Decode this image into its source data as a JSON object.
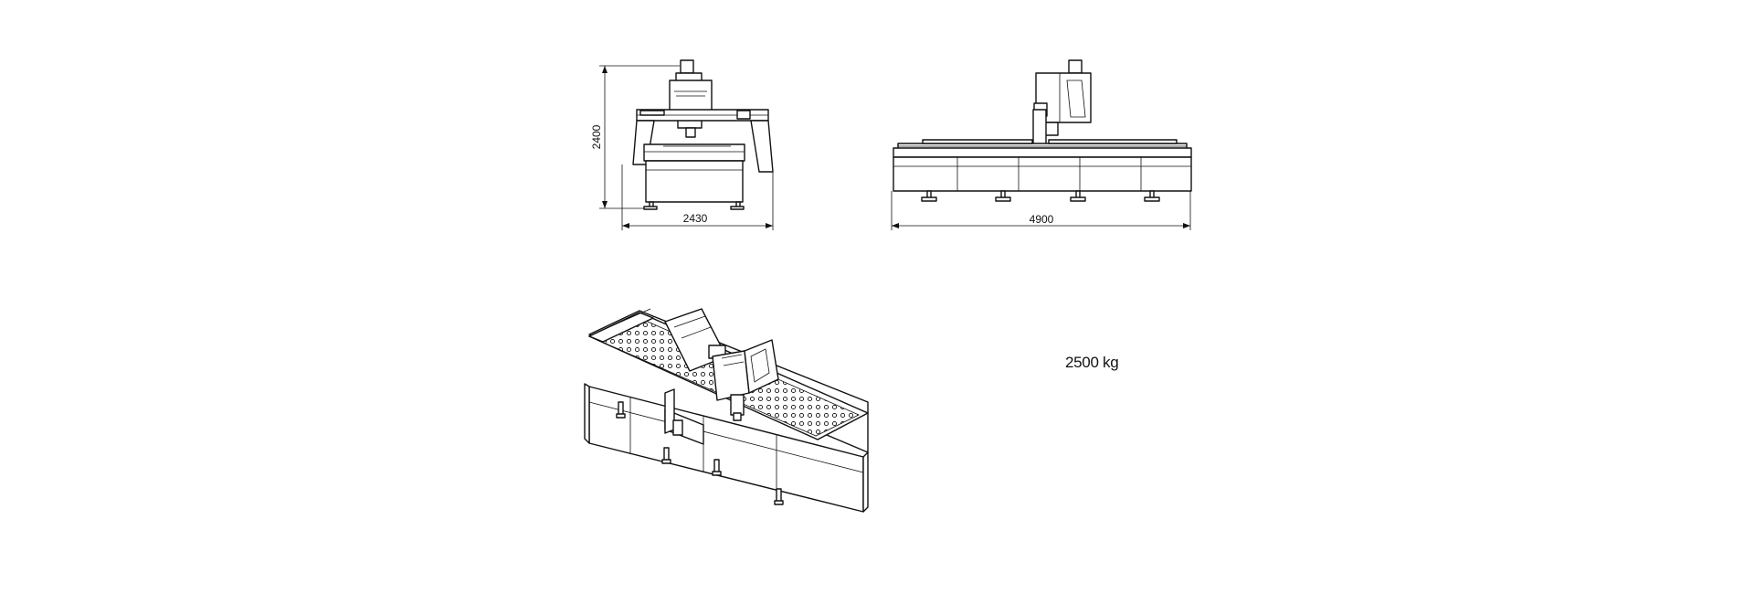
{
  "drawing": {
    "front_view": {
      "width_label": "2430",
      "height_label": "2400"
    },
    "side_view": {
      "length_label": "4900"
    },
    "weight_label": "2500 kg"
  }
}
